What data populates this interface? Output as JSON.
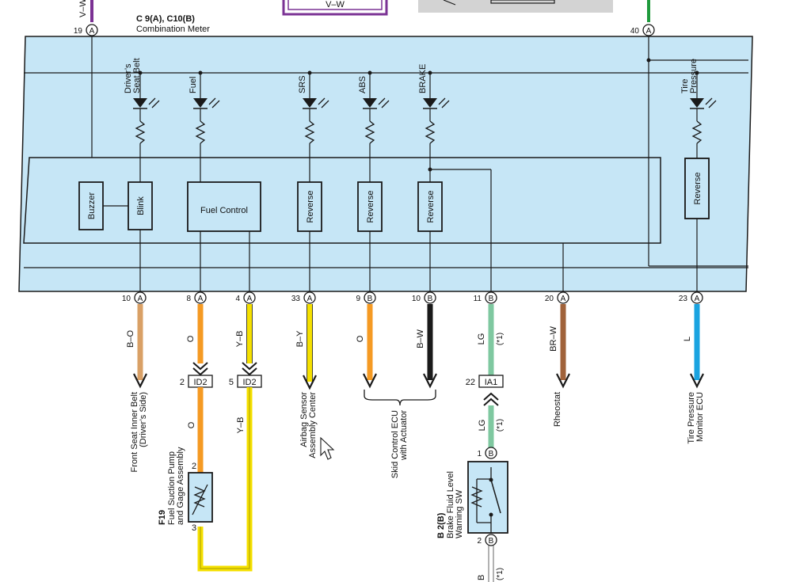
{
  "meter": {
    "code": "C 9(A), C10(B)",
    "name": "Combination Meter"
  },
  "top": {
    "wire_left": "V–W",
    "wire_box": "V–W",
    "pin_left": "19",
    "pin_right": "40",
    "letter_a": "A"
  },
  "leds": [
    {
      "label": "Driver’s Seat Belt"
    },
    {
      "label": "Fuel"
    },
    {
      "label": "SRS"
    },
    {
      "label": "ABS"
    },
    {
      "label": "BRAKE"
    },
    {
      "label": "Tire Pressure"
    }
  ],
  "blocks": [
    {
      "label": "Buzzer"
    },
    {
      "label": "Blink"
    },
    {
      "label": "Fuel Control"
    },
    {
      "label": "Reverse"
    },
    {
      "label": "Reverse"
    },
    {
      "label": "Reverse"
    },
    {
      "label": "Reverse"
    }
  ],
  "pins": [
    {
      "num": "10",
      "letter": "A",
      "wire": "B–O",
      "color": "#d9a066",
      "dest": "Front Seat Inner Belt (Driver’s Side)"
    },
    {
      "num": "8",
      "letter": "A",
      "wire": "O",
      "color": "#f59a23",
      "dest": ""
    },
    {
      "num": "4",
      "letter": "A",
      "wire": "Y–B",
      "color": "#f5e000",
      "dest": ""
    },
    {
      "num": "33",
      "letter": "A",
      "wire": "B–Y",
      "color": "#f5e000",
      "dest": "Airbag Sensor Assembly Center"
    },
    {
      "num": "9",
      "letter": "B",
      "wire": "O",
      "color": "#f59a23",
      "dest": ""
    },
    {
      "num": "10",
      "letter": "B",
      "wire": "B–W",
      "color": "#1a1a1a",
      "dest": ""
    },
    {
      "num": "11",
      "letter": "B",
      "wire": "LG",
      "note": "(*1)",
      "color": "#7fc8a0",
      "dest": ""
    },
    {
      "num": "20",
      "letter": "A",
      "wire": "BR–W",
      "color": "#a0623a",
      "dest": "Rheostat"
    },
    {
      "num": "23",
      "letter": "A",
      "wire": "L",
      "color": "#1aa3e0",
      "dest": "Tire Pressure Monitor ECU"
    }
  ],
  "skid": {
    "label": "Skid Control ECU with Actuator"
  },
  "connectors": {
    "id2_a": "ID2",
    "id2_a_pin": "2",
    "id2_b": "ID2",
    "id2_b_pin": "5",
    "ia1": "IA1",
    "ia1_pin": "22"
  },
  "lower_wires": {
    "o": "O",
    "yb": "Y–B",
    "lg": "LG",
    "lg_note": "(*1)",
    "bottom": "B",
    "bottom_note": "(*1)"
  },
  "fuel_pump": {
    "code": "F19",
    "name": "Fuel Suction Pump and Gage Assembly",
    "pin_top": "2",
    "pin_bottom": "3"
  },
  "brake_sw": {
    "code": "B 2(B)",
    "name": "Brake Fluid Level Warning SW",
    "pin_top": "1",
    "pin_bottom": "2",
    "letter": "B"
  }
}
